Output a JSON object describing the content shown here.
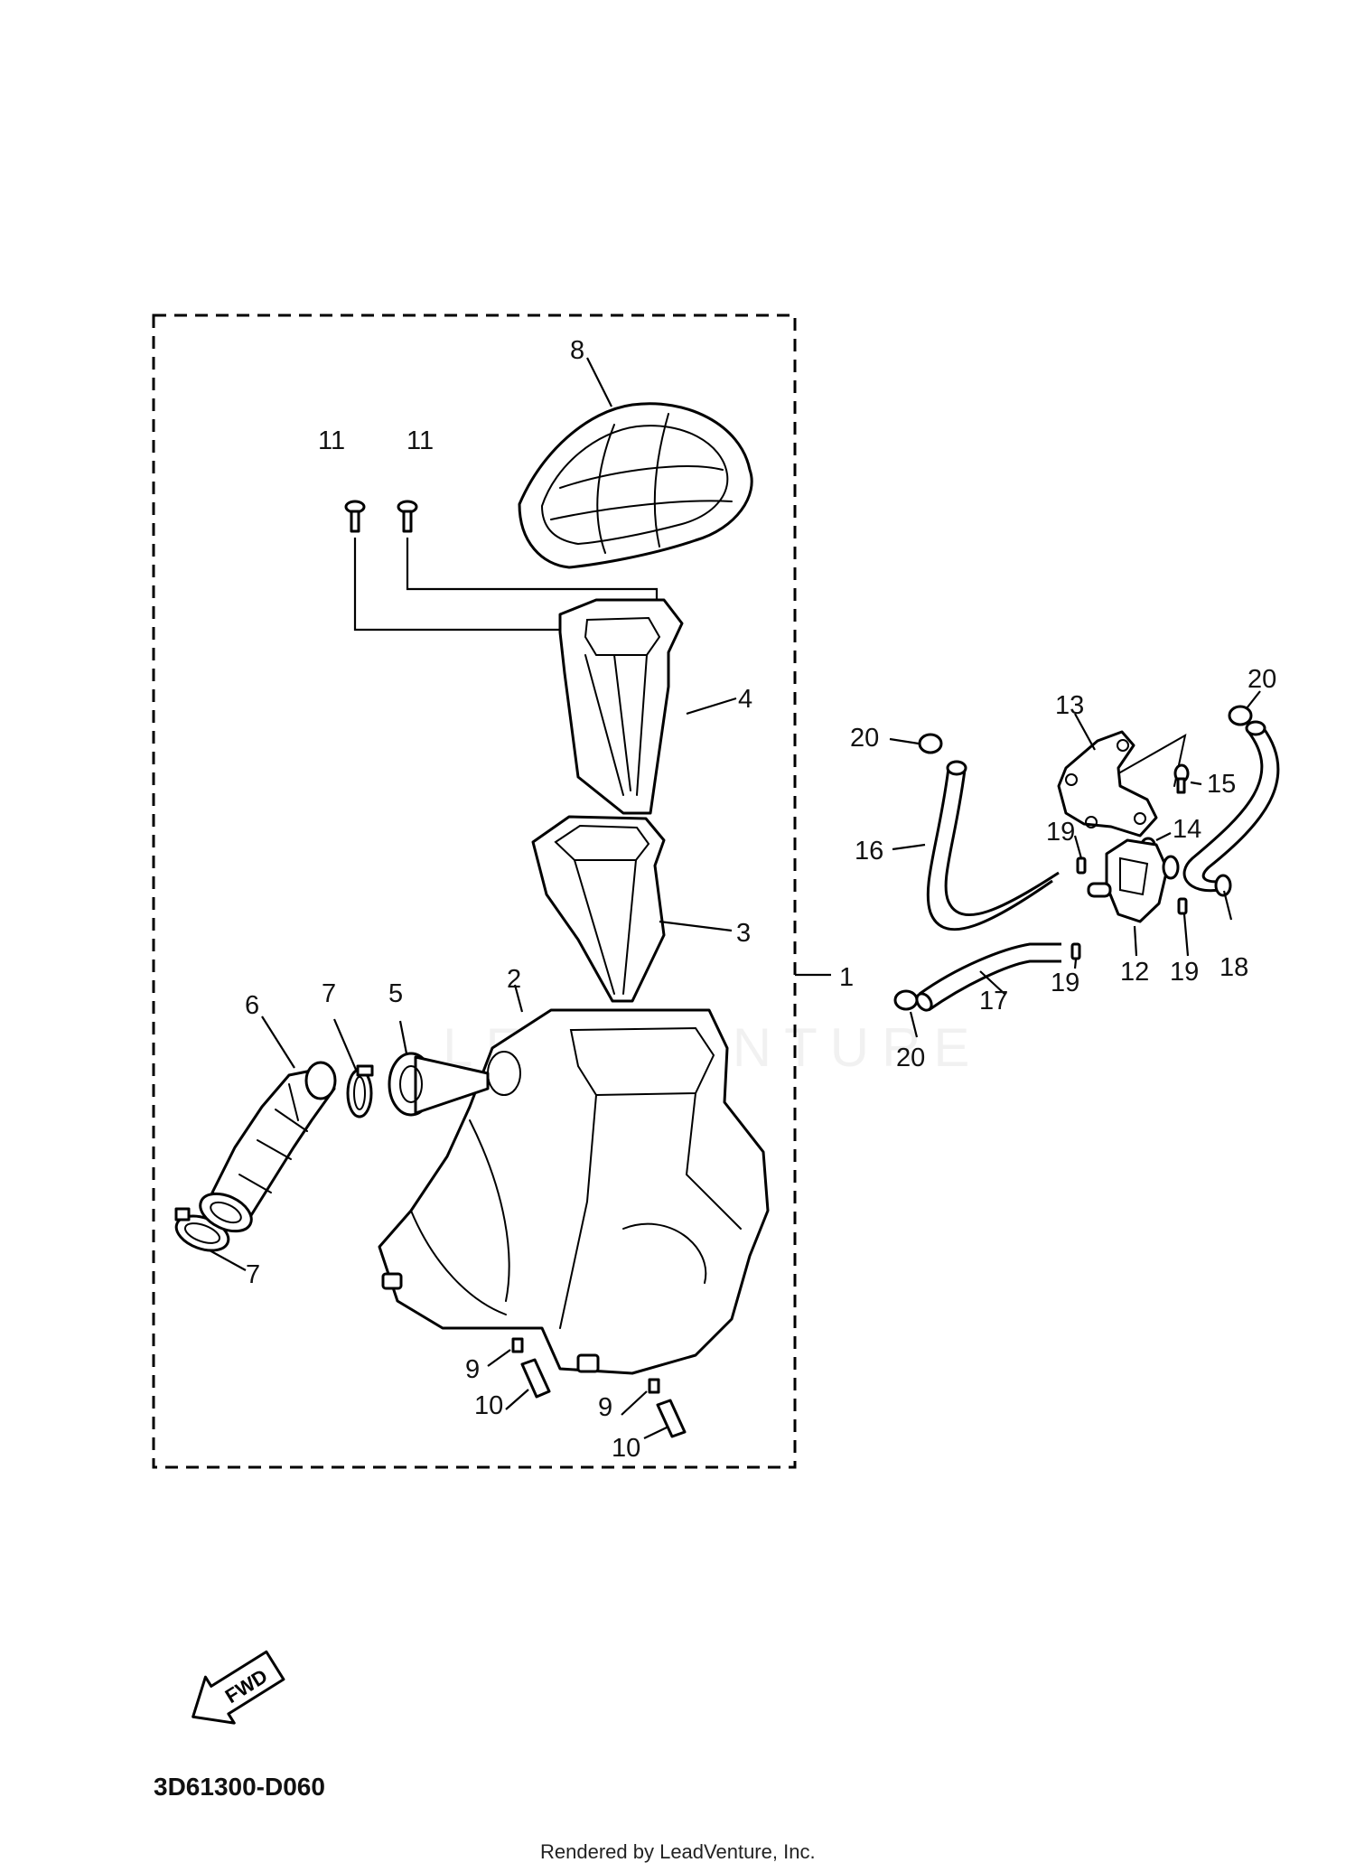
{
  "diagram": {
    "callouts": {
      "p1": "1",
      "p2": "2",
      "p3": "3",
      "p4": "4",
      "p5": "5",
      "p6": "6",
      "p7a": "7",
      "p7b": "7",
      "p8": "8",
      "p9a": "9",
      "p9b": "9",
      "p10a": "10",
      "p10b": "10",
      "p11a": "11",
      "p11b": "11",
      "p12": "12",
      "p13": "13",
      "p14": "14",
      "p15": "15",
      "p16": "16",
      "p17": "17",
      "p18": "18",
      "p19a": "19",
      "p19b": "19",
      "p19c": "19",
      "p20a": "20",
      "p20b": "20",
      "p20c": "20"
    },
    "fwd_label": "FWD",
    "drawing_code": "3D61300-D060",
    "credit": "Rendered by LeadVenture, Inc.",
    "watermark": "LEADVENTURE"
  }
}
